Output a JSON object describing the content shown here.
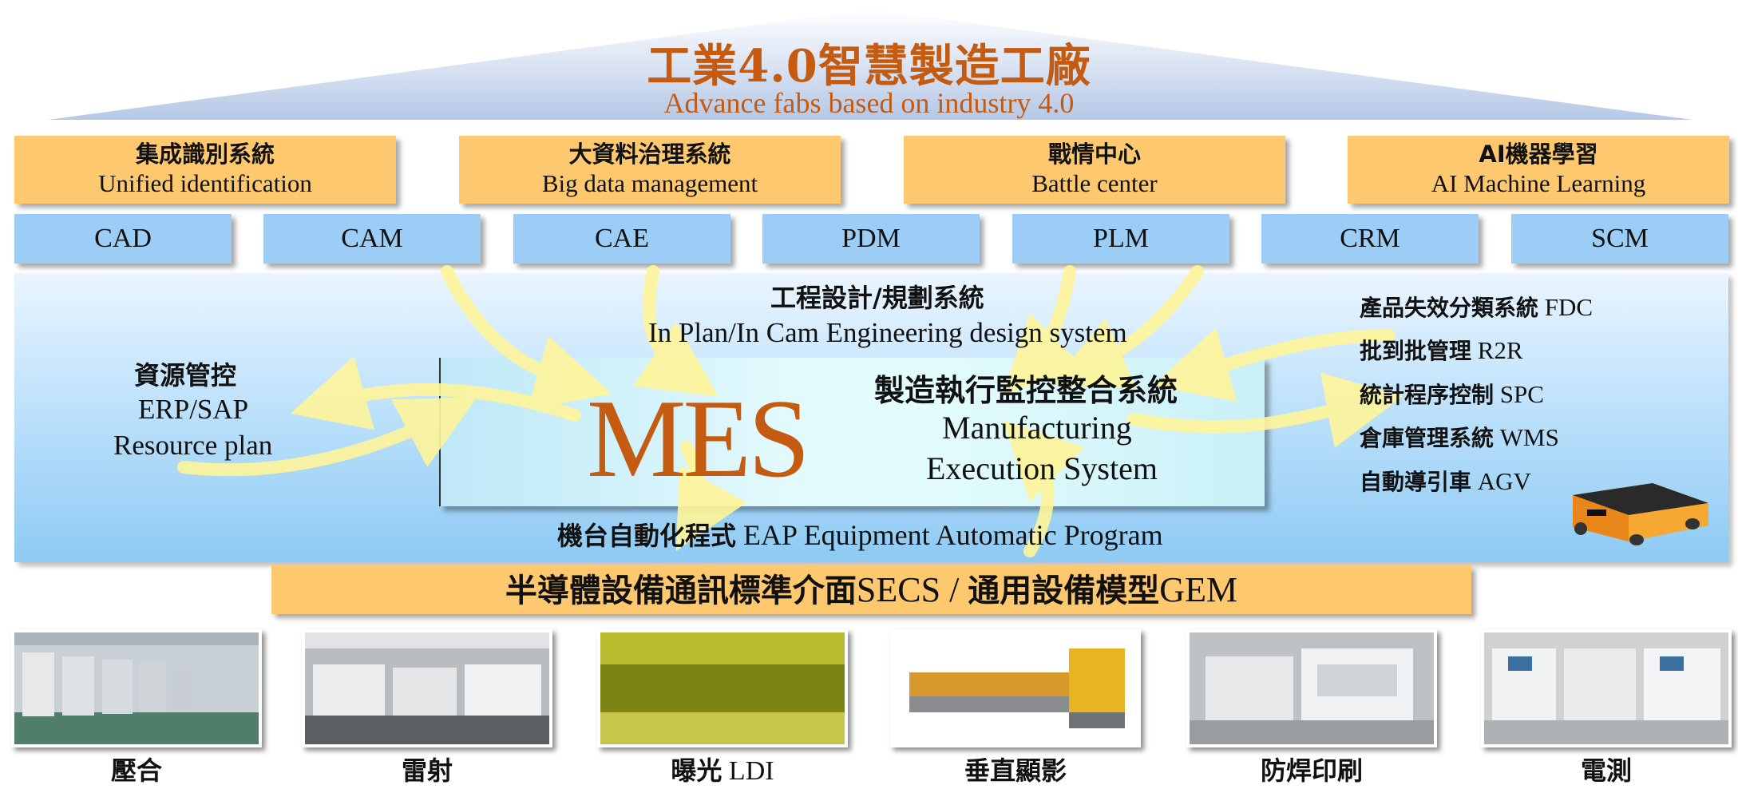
{
  "roof": {
    "title": "工業4.0智慧製造工廠",
    "subtitle": "Advance fabs based on industry 4.0"
  },
  "systems": [
    {
      "zh": "集成識別系統",
      "en": "Unified identification"
    },
    {
      "zh": "大資料治理系統",
      "en": "Big data management"
    },
    {
      "zh": "戰情中心",
      "en": "Battle center"
    },
    {
      "zh": "AI機器學習",
      "en": "AI Machine Learning"
    }
  ],
  "modules": [
    "CAD",
    "CAM",
    "CAE",
    "PDM",
    "PLM",
    "CRM",
    "SCM"
  ],
  "engineering": {
    "zh": "工程設計/規劃系統",
    "en": "In Plan/In Cam Engineering design system"
  },
  "resource": {
    "zh": "資源管控",
    "erp": "ERP/SAP",
    "en": "Resource plan"
  },
  "mes": {
    "word": "MES",
    "zh": "製造執行監控整合系統",
    "en_line1": "Manufacturing",
    "en_line2": "Execution System"
  },
  "eap": {
    "zh": "機台自動化程式",
    "en": " EAP Equipment Automatic Program"
  },
  "right_systems": [
    {
      "zh": "產品失效分類系統",
      "en": " FDC"
    },
    {
      "zh": "批到批管理",
      "en": " R2R"
    },
    {
      "zh": "統計程序控制",
      "en": " SPC"
    },
    {
      "zh": "倉庫管理系統",
      "en": " WMS"
    },
    {
      "zh": "自動導引車",
      "en": " AGV"
    }
  ],
  "secs": {
    "zh1": "半導體設備通訊標準介面",
    "en1": "SECS / ",
    "zh2": "通用設備模型",
    "en2": "GEM"
  },
  "equipment": [
    {
      "zh": "壓合",
      "en": ""
    },
    {
      "zh": "雷射",
      "en": ""
    },
    {
      "zh": "曝光",
      "en": " LDI"
    },
    {
      "zh": "垂直顯影",
      "en": ""
    },
    {
      "zh": "防焊印刷",
      "en": ""
    },
    {
      "zh": "電測",
      "en": ""
    }
  ],
  "colors": {
    "accent": "#c55a11",
    "orange_box": "#fec96e",
    "blue_box": "#9ccdf6",
    "arrow": "#fff59a"
  }
}
